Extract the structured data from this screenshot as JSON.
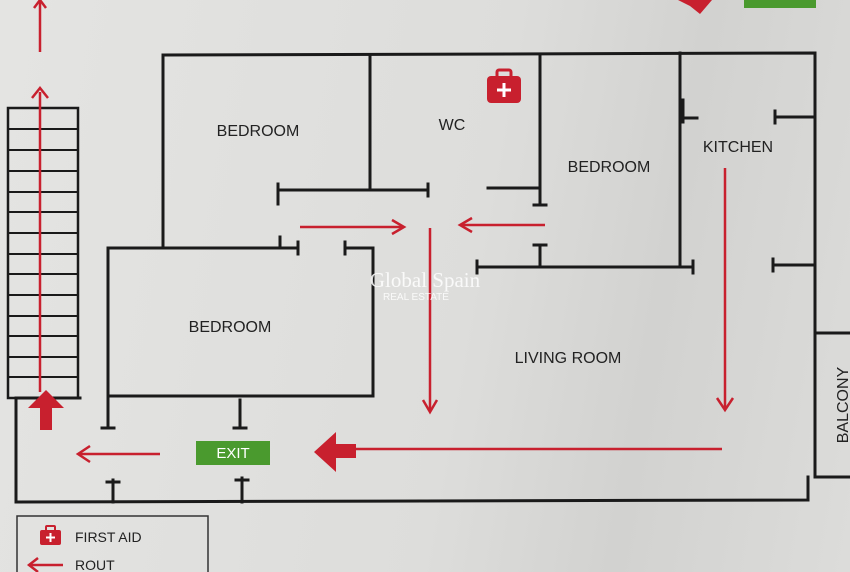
{
  "rooms": {
    "bedroom_top_left": "BEDROOM",
    "wc": "WC",
    "bedroom_right": "BEDROOM",
    "kitchen": "KITCHEN",
    "bedroom_bottom_left": "BEDROOM",
    "living_room": "LIVING ROOM",
    "balcony": "BALCONY"
  },
  "exit_label": "EXIT",
  "watermark": {
    "brand": "Global Spain",
    "sub": "REAL ESTATE"
  },
  "legend": {
    "first_aid": "FIRST AID",
    "route": "ROUT"
  },
  "icons": {
    "first_aid": "first-aid-kit-icon",
    "route": "arrow-left-icon"
  },
  "colors": {
    "route": "#c8202e",
    "exit": "#4a9a2e",
    "walls": "#1a1a1a"
  }
}
